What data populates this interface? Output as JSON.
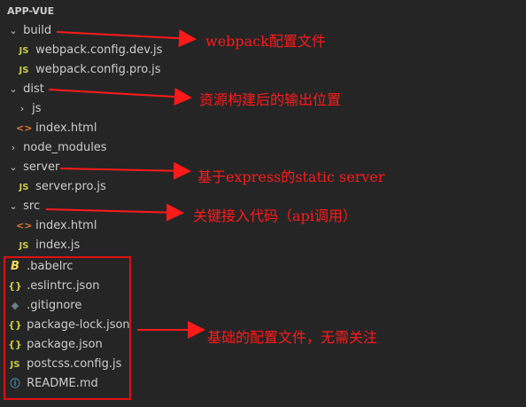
{
  "root": "APP-VUE",
  "rows": {
    "build": "build",
    "webpack_dev": "webpack.config.dev.js",
    "webpack_pro": "webpack.config.pro.js",
    "dist": "dist",
    "js": "js",
    "dist_index": "index.html",
    "node_modules": "node_modules",
    "server": "server",
    "server_pro": "server.pro.js",
    "src": "src",
    "src_index_html": "index.html",
    "src_index_js": "index.js",
    "babelrc": ".babelrc",
    "eslintrc": ".eslintrc.json",
    "gitignore": ".gitignore",
    "package_lock": "package-lock.json",
    "package": "package.json",
    "postcss": "postcss.config.js",
    "readme": "README.md"
  },
  "icons": {
    "js": "JS",
    "html": "<>",
    "json": "{}",
    "babel": "B",
    "git": "◆",
    "info": "ⓘ",
    "chevron_down": "⌄",
    "chevron_right": "›"
  },
  "annotations": {
    "build": "webpack配置文件",
    "dist": "资源构建后的输出位置",
    "server": "基于express的static server",
    "src": "关键接入代码（api调用）",
    "config": "基础的配置文件，无需关注"
  },
  "colors": {
    "background": "#252526",
    "text": "#cccccc",
    "annotation": "#ff1a1a"
  }
}
